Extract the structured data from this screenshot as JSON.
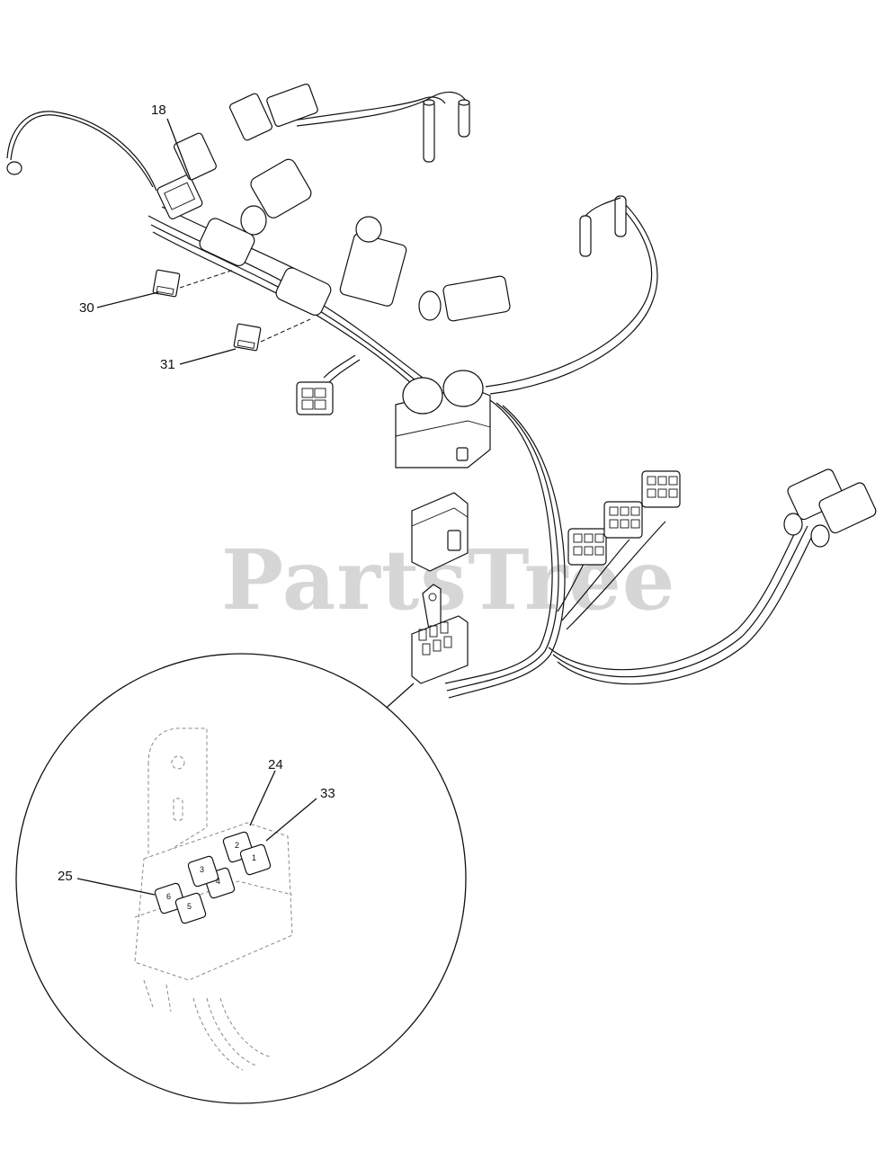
{
  "watermark": "PartsTree",
  "callouts": {
    "c18": "18",
    "c30": "30",
    "c31": "31",
    "c24": "24",
    "c33": "33",
    "c25": "25"
  },
  "fuse_numbers": [
    "6",
    "5",
    "4",
    "3",
    "2",
    "1"
  ]
}
